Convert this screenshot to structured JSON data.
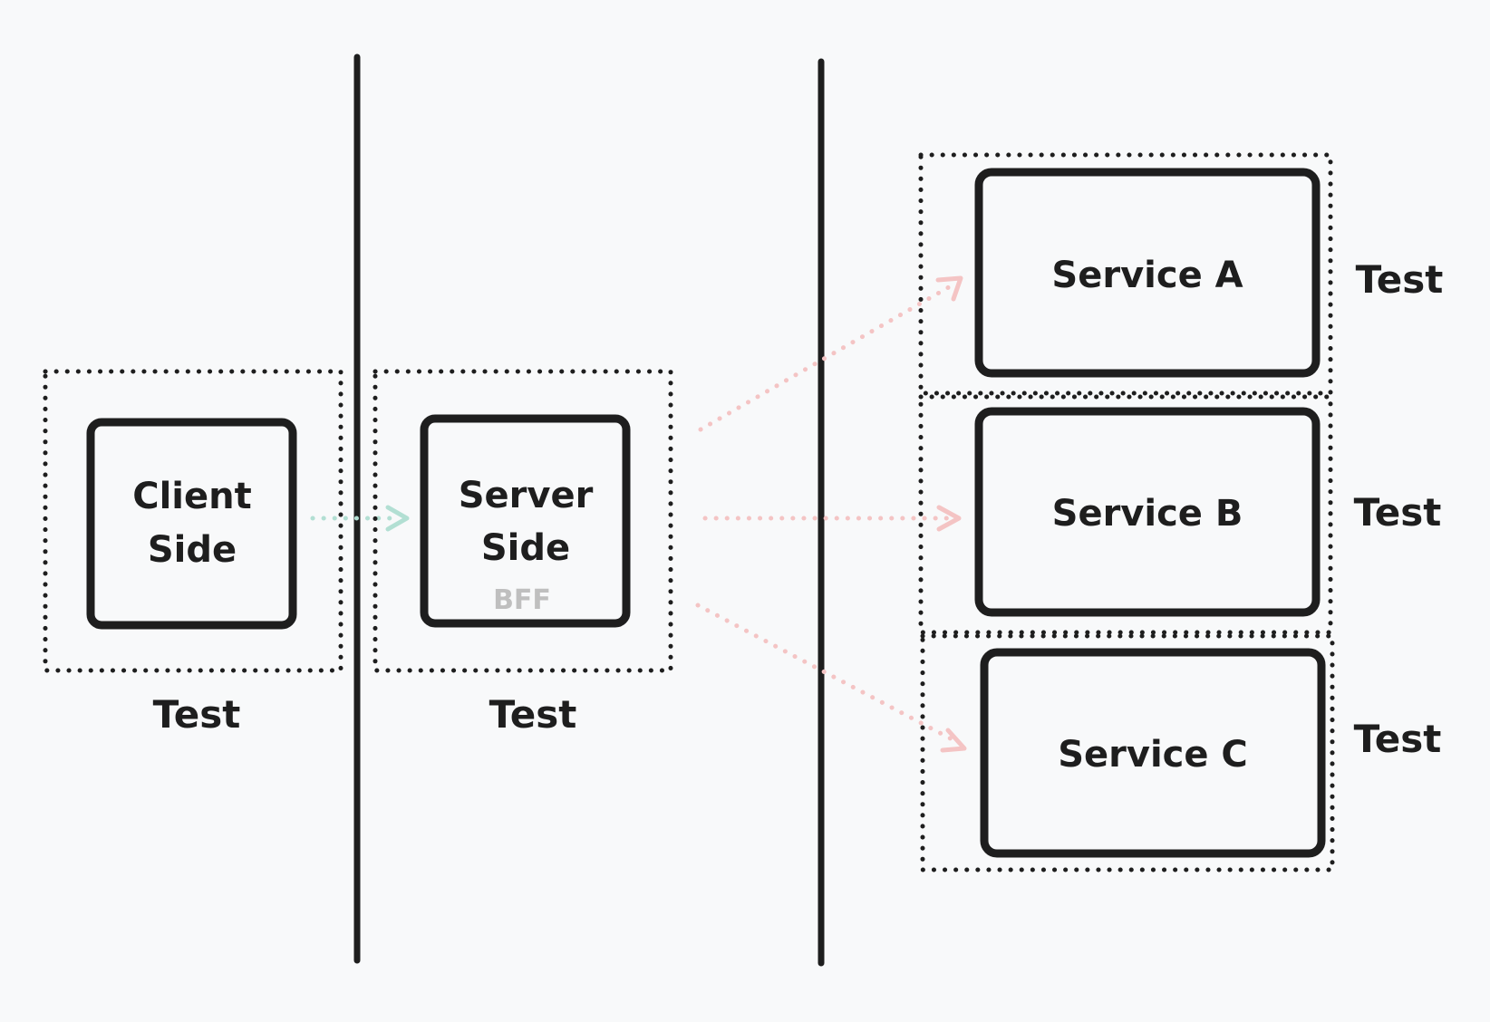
{
  "colors": {
    "background": "#f8f9fa",
    "ink": "#1e1e1e",
    "client_to_server_arrow": "#b2dfd3",
    "server_to_service_arrow": "#f4c4c4",
    "muted_text": "#bfbfbf"
  },
  "client": {
    "line1": "Client",
    "line2": "Side",
    "test_label": "Test"
  },
  "server": {
    "line1": "Server",
    "line2": "Side",
    "sublabel": "BFF",
    "test_label": "Test"
  },
  "services": [
    {
      "label": "Service A",
      "test_label": "Test"
    },
    {
      "label": "Service B",
      "test_label": "Test"
    },
    {
      "label": "Service C",
      "test_label": "Test"
    }
  ]
}
